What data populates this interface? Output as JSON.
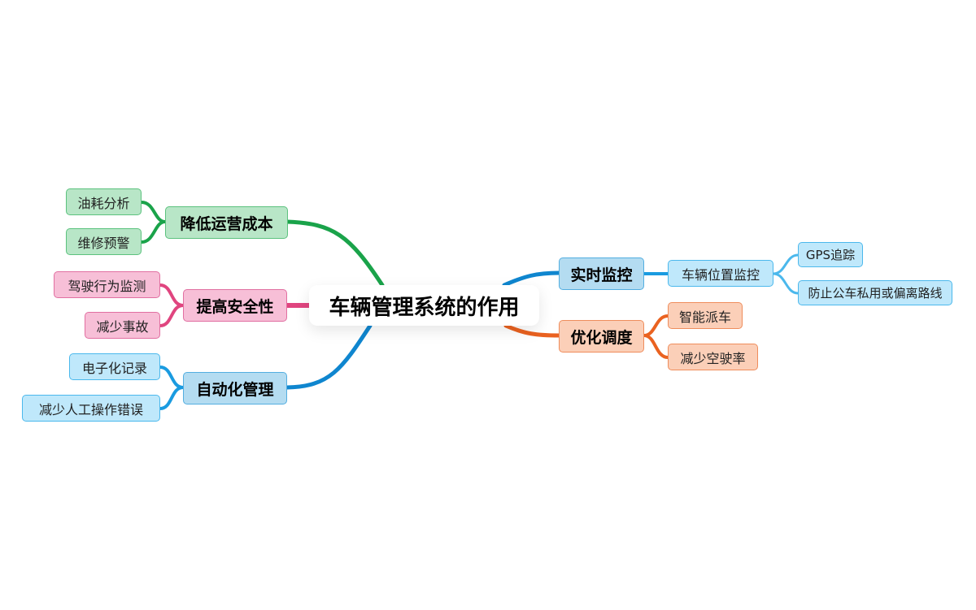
{
  "root": {
    "label": "车辆管理系统的作用"
  },
  "branches": [
    {
      "label": "降低运营成本",
      "color": "#1aa34a",
      "children": [
        {
          "label": "油耗分析"
        },
        {
          "label": "维修预警"
        }
      ]
    },
    {
      "label": "提高安全性",
      "color": "#e0457f",
      "children": [
        {
          "label": "驾驶行为监测"
        },
        {
          "label": "减少事故"
        }
      ]
    },
    {
      "label": "自动化管理",
      "color": "#0f86cf",
      "children": [
        {
          "label": "电子化记录"
        },
        {
          "label": "减少人工操作错误"
        }
      ]
    },
    {
      "label": "实时监控",
      "color": "#0f86cf",
      "children": [
        {
          "label": "车辆位置监控",
          "color": "#2eabe8",
          "children": [
            {
              "label": "GPS追踪"
            },
            {
              "label": "防止公车私用或偏离路线"
            }
          ]
        }
      ]
    },
    {
      "label": "优化调度",
      "color": "#ea6220",
      "children": [
        {
          "label": "智能派车"
        },
        {
          "label": "减少空驶率"
        }
      ]
    }
  ]
}
